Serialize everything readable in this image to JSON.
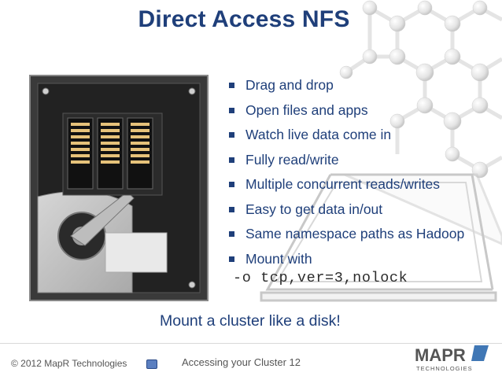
{
  "slide": {
    "title": "Direct Access NFS",
    "bullets": [
      "Drag and drop",
      "Open files and apps",
      "Watch live data come in",
      "Fully read/write",
      "Multiple concurrent reads/writes",
      "Easy to get data in/out",
      "Same namespace paths as Hadoop",
      "Mount with"
    ],
    "mount_command": "-o tcp,ver=3,nolock",
    "caption": "Mount a cluster like a disk!"
  },
  "footer": {
    "copyright": "© 2012 MapR Technologies",
    "text": "Accessing your Cluster 12",
    "nav_icon": "slide-icon"
  },
  "logo": {
    "brand": "MAPR",
    "sub": "TECHNOLOGIES",
    "icon": "mapr-logo"
  },
  "colors": {
    "title": "#1f3f7a",
    "drive_body": "#2b2b2b",
    "drive_plate": "#bdbdbd",
    "chips": "#e6c27a",
    "logo_accent": "#1f5fa8"
  }
}
